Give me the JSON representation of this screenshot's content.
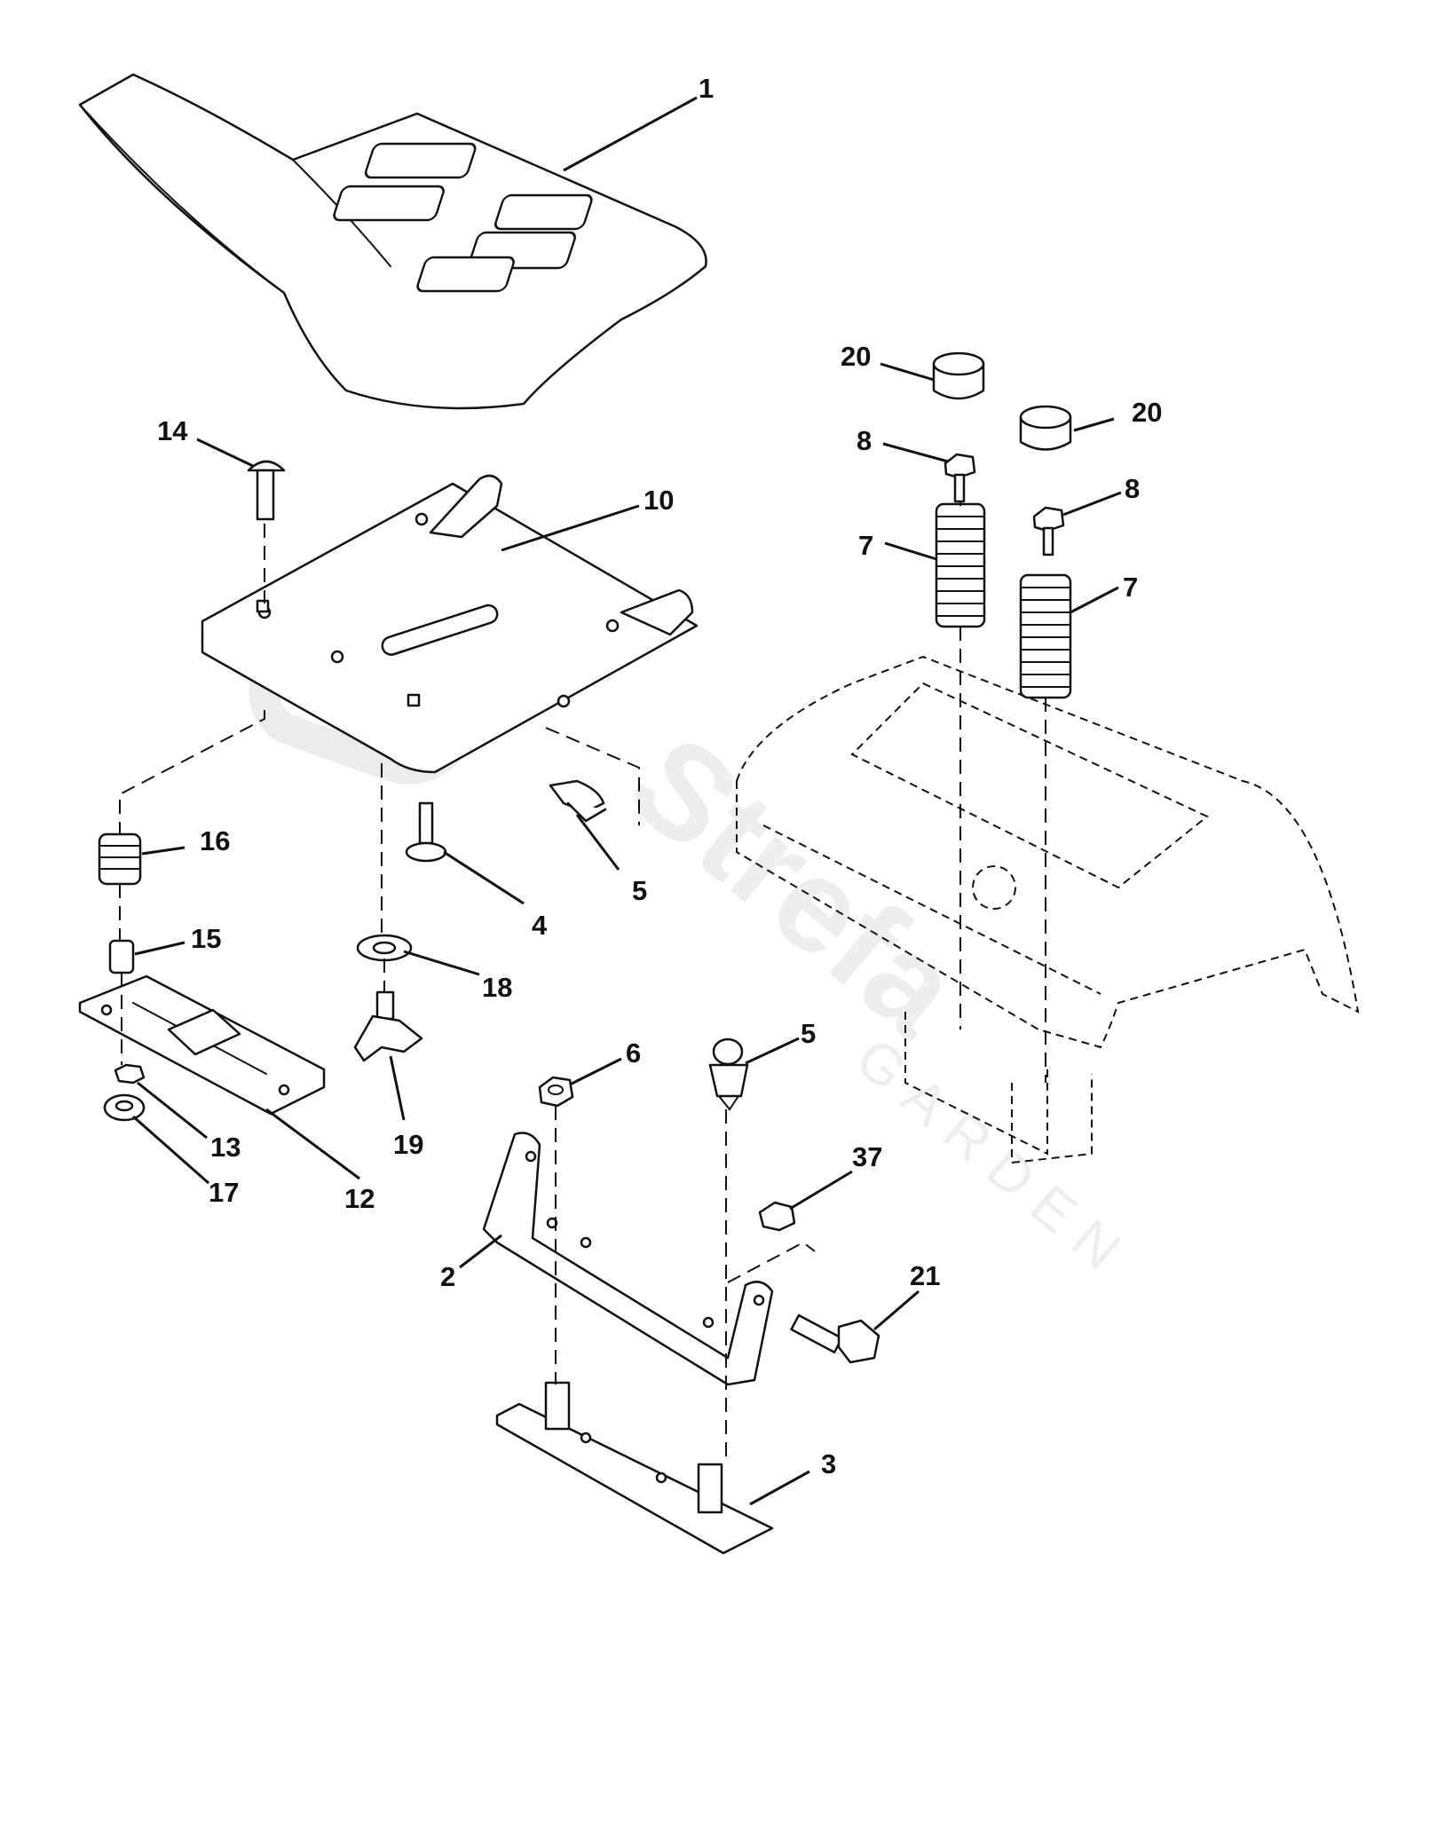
{
  "watermark": {
    "brand": "Strefa",
    "tagline": "GARDEN"
  },
  "callouts": [
    "1",
    "2",
    "3",
    "4",
    "5",
    "5",
    "6",
    "7",
    "7",
    "8",
    "8",
    "10",
    "12",
    "13",
    "14",
    "15",
    "16",
    "17",
    "18",
    "19",
    "20",
    "20",
    "21",
    "37"
  ]
}
